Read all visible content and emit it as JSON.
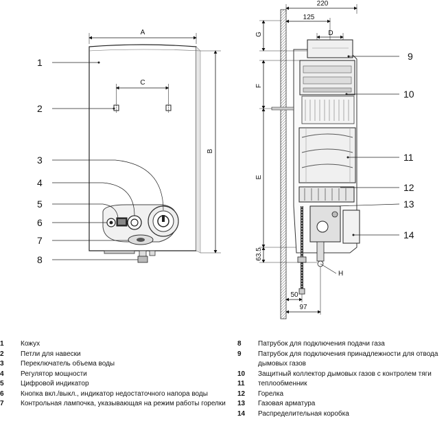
{
  "diagram": {
    "callouts": [
      "1",
      "2",
      "3",
      "4",
      "5",
      "6",
      "7",
      "8",
      "9",
      "10",
      "11",
      "12",
      "13",
      "14"
    ],
    "dims": {
      "A": "A",
      "B": "B",
      "C": "C",
      "D": "D",
      "E": "E",
      "F": "F",
      "G": "G",
      "H": "H",
      "w220": "220",
      "w125": "125",
      "w50": "50",
      "w97": "97",
      "h63_5": "63.5"
    }
  },
  "legend": {
    "left": [
      {
        "num": "1",
        "text": "Кожух"
      },
      {
        "num": "2",
        "text": "Петли для навески"
      },
      {
        "num": "3",
        "text": "Переключатель объема воды"
      },
      {
        "num": "4",
        "text": "Регулятор мощности"
      },
      {
        "num": "5",
        "text": "Цифровой индикатор"
      },
      {
        "num": "6",
        "text": "Кнопка вкл./выкл., индикатор недостаточного напора воды"
      },
      {
        "num": "7",
        "text": "Контрольная лампочка, указывающая на режим работы горелки"
      }
    ],
    "right": [
      {
        "num": "8",
        "text": "Патрубок для подключения подачи газа"
      },
      {
        "num": "9",
        "text": "Патрубок для подключения принадлежности для отвода дымовых газов"
      },
      {
        "num": "10",
        "text": "Защитный коллектор дымовых газов с контролем тяги"
      },
      {
        "num": "11",
        "text": "теплообменник"
      },
      {
        "num": "12",
        "text": "Горелка"
      },
      {
        "num": "13",
        "text": "Газовая арматура"
      },
      {
        "num": "14",
        "text": "Распределительная коробка"
      }
    ]
  }
}
